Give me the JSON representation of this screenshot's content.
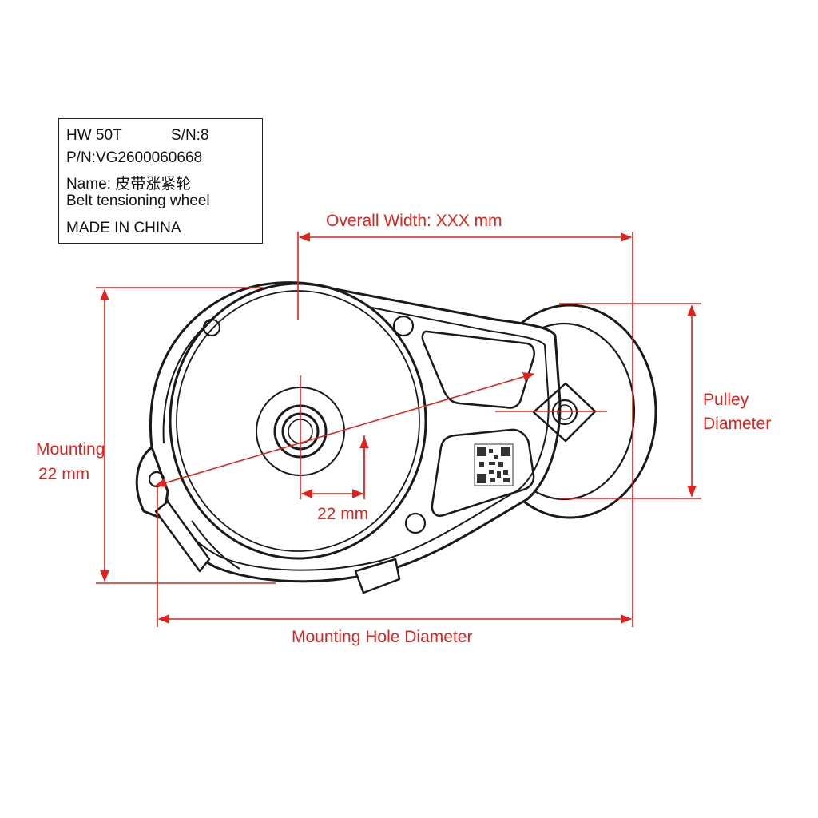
{
  "nameplate": {
    "model": "HW 50T",
    "serial": "S/N:8",
    "part_number": "P/N:VG2600060668",
    "name_label": "Name: 皮带涨紧轮",
    "name_english": "Belt tensioning wheel",
    "origin": "MADE IN CHINA"
  },
  "dimensions": {
    "overall_width": "Overall Width: XXX mm",
    "pulley_diameter_line1": "Pulley",
    "pulley_diameter_line2": "Diameter",
    "mounting_line1": "Mounting",
    "mounting_line2": "22 mm",
    "offset": "22 mm",
    "mounting_hole_diameter": "Mounting Hole Diameter"
  },
  "colors": {
    "dimension": "#e3201b",
    "outline": "#1a1a1a"
  }
}
